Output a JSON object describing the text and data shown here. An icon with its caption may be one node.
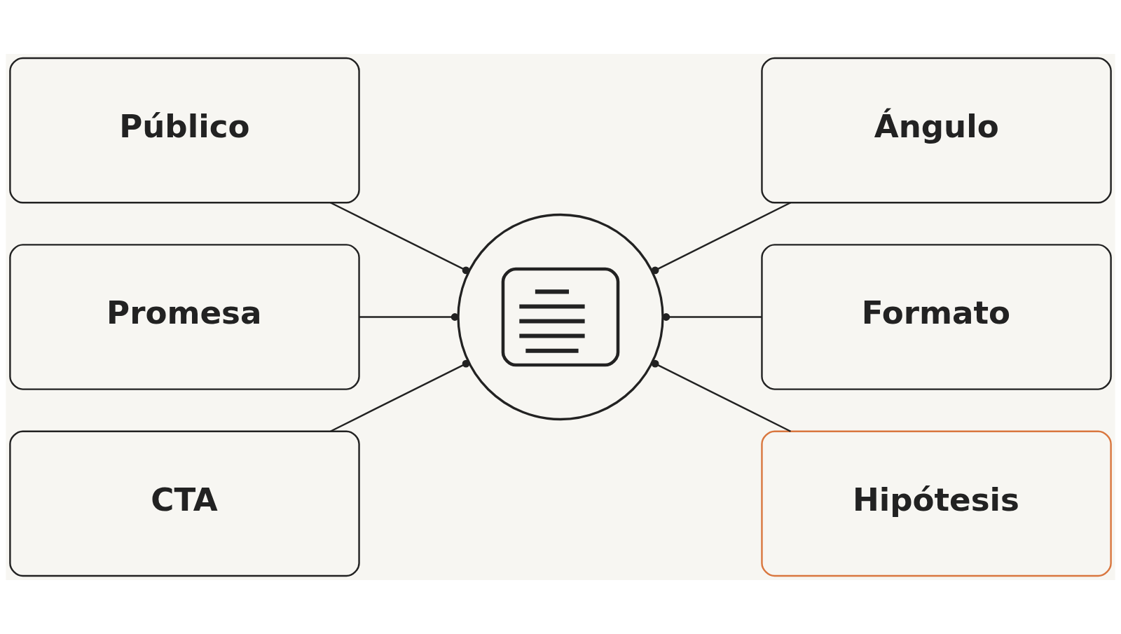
{
  "diagram": {
    "nodes": [
      {
        "text": [
          "Público"
        ]
      },
      {
        "text": [
          "Ángulo"
        ]
      },
      {
        "text": [
          "Promesa"
        ]
      },
      {
        "text": [],
        "shape": "circle"
      },
      {
        "text": [
          "Formato"
        ]
      },
      {
        "text": [
          "CTA"
        ]
      },
      {
        "text": [
          "Hipótesis"
        ]
      }
    ],
    "edges": [
      {
        "from": 0,
        "to": 3,
        "arrow": "other"
      },
      {
        "from": 3,
        "to": 1,
        "arrow": "other"
      },
      {
        "from": 2,
        "to": 3,
        "arrow": "other"
      },
      {
        "from": 3,
        "to": 4,
        "arrow": "other"
      },
      {
        "from": 5,
        "to": 3,
        "arrow": "other"
      },
      {
        "from": 3,
        "to": 6,
        "arrow": "other"
      }
    ]
  }
}
